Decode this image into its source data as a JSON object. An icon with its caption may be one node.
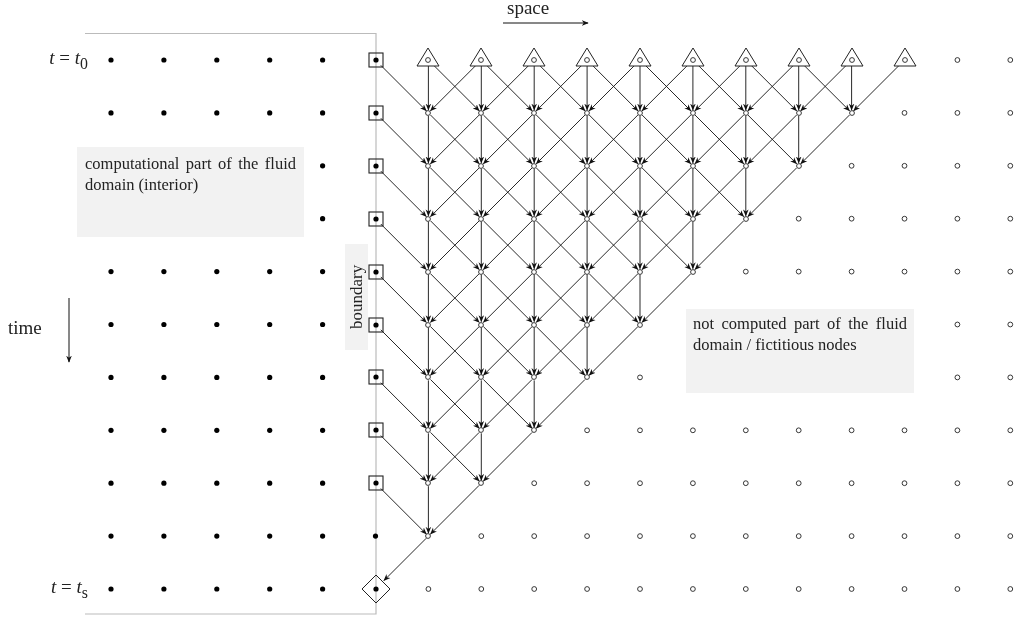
{
  "diagram": {
    "nodes": [
      {
        "text": [],
        "shape": "box"
      },
      {
        "text": [],
        "shape": "triangle"
      },
      {
        "text": [],
        "shape": "triangle"
      },
      {
        "text": [],
        "shape": "triangle"
      },
      {
        "text": [],
        "shape": "triangle"
      },
      {
        "text": [],
        "shape": "triangle"
      },
      {
        "text": [],
        "shape": "triangle"
      },
      {
        "text": [],
        "shape": "triangle"
      },
      {
        "text": [],
        "shape": "triangle"
      },
      {
        "text": [],
        "shape": "triangle"
      },
      {
        "text": [],
        "shape": "triangle"
      },
      {
        "text": [],
        "shape": "box"
      },
      {
        "text": [],
        "shape": "circle"
      },
      {
        "text": [],
        "shape": "circle"
      },
      {
        "text": [],
        "shape": "circle"
      },
      {
        "text": [],
        "shape": "circle"
      },
      {
        "text": [],
        "shape": "circle"
      },
      {
        "text": [],
        "shape": "circle"
      },
      {
        "text": [],
        "shape": "circle"
      },
      {
        "text": [],
        "shape": "circle"
      },
      {
        "text": [],
        "shape": "circle"
      },
      {
        "text": [],
        "shape": "box"
      },
      {
        "text": [],
        "shape": "circle"
      },
      {
        "text": [],
        "shape": "circle"
      },
      {
        "text": [],
        "shape": "circle"
      },
      {
        "text": [],
        "shape": "circle"
      },
      {
        "text": [],
        "shape": "circle"
      },
      {
        "text": [],
        "shape": "circle"
      },
      {
        "text": [],
        "shape": "circle"
      },
      {
        "text": [],
        "shape": "circle"
      },
      {
        "text": [],
        "shape": "box"
      },
      {
        "text": [],
        "shape": "circle"
      },
      {
        "text": [],
        "shape": "circle"
      },
      {
        "text": [],
        "shape": "circle"
      },
      {
        "text": [],
        "shape": "circle"
      },
      {
        "text": [],
        "shape": "circle"
      },
      {
        "text": [],
        "shape": "circle"
      },
      {
        "text": [],
        "shape": "circle"
      },
      {
        "text": [],
        "shape": "box"
      },
      {
        "text": [],
        "shape": "circle"
      },
      {
        "text": [],
        "shape": "circle"
      },
      {
        "text": [],
        "shape": "circle"
      },
      {
        "text": [],
        "shape": "circle"
      },
      {
        "text": [],
        "shape": "circle"
      },
      {
        "text": [],
        "shape": "circle"
      },
      {
        "text": [],
        "shape": "box"
      },
      {
        "text": [],
        "shape": "circle"
      },
      {
        "text": [],
        "shape": "circle"
      },
      {
        "text": [],
        "shape": "circle"
      },
      {
        "text": [],
        "shape": "circle"
      },
      {
        "text": [],
        "shape": "circle"
      },
      {
        "text": [],
        "shape": "box"
      },
      {
        "text": [],
        "shape": "circle"
      },
      {
        "text": [],
        "shape": "circle"
      },
      {
        "text": [],
        "shape": "circle"
      },
      {
        "text": [],
        "shape": "circle"
      },
      {
        "text": [],
        "shape": "box"
      },
      {
        "text": [],
        "shape": "circle"
      },
      {
        "text": [],
        "shape": "circle"
      },
      {
        "text": [],
        "shape": "circle"
      },
      {
        "text": [],
        "shape": "box"
      },
      {
        "text": [],
        "shape": "circle"
      },
      {
        "text": [],
        "shape": "circle"
      },
      {
        "text": [],
        "shape": "circle"
      },
      {
        "text": [],
        "shape": "diamond"
      },
      {
        "text": [
          "computational part of the fluid domain (interior)"
        ]
      },
      {
        "text": [
          "boundary"
        ]
      },
      {
        "text": [
          "not computed part of the fluid domain / fictitious nodes"
        ]
      }
    ],
    "edges": [
      {
        "from": 0,
        "to": 12,
        "arrow": "to"
      },
      {
        "from": 1,
        "to": 12,
        "arrow": "to"
      },
      {
        "from": 2,
        "to": 12,
        "arrow": "to"
      },
      {
        "from": 1,
        "to": 13,
        "arrow": "to"
      },
      {
        "from": 2,
        "to": 13,
        "arrow": "to"
      },
      {
        "from": 3,
        "to": 13,
        "arrow": "to"
      },
      {
        "from": 2,
        "to": 14,
        "arrow": "to"
      },
      {
        "from": 3,
        "to": 14,
        "arrow": "to"
      },
      {
        "from": 4,
        "to": 14,
        "arrow": "to"
      },
      {
        "from": 3,
        "to": 15,
        "arrow": "to"
      },
      {
        "from": 4,
        "to": 15,
        "arrow": "to"
      },
      {
        "from": 5,
        "to": 15,
        "arrow": "to"
      },
      {
        "from": 4,
        "to": 16,
        "arrow": "to"
      },
      {
        "from": 5,
        "to": 16,
        "arrow": "to"
      },
      {
        "from": 6,
        "to": 16,
        "arrow": "to"
      },
      {
        "from": 5,
        "to": 17,
        "arrow": "to"
      },
      {
        "from": 6,
        "to": 17,
        "arrow": "to"
      },
      {
        "from": 7,
        "to": 17,
        "arrow": "to"
      },
      {
        "from": 6,
        "to": 18,
        "arrow": "to"
      },
      {
        "from": 7,
        "to": 18,
        "arrow": "to"
      },
      {
        "from": 8,
        "to": 18,
        "arrow": "to"
      },
      {
        "from": 7,
        "to": 19,
        "arrow": "to"
      },
      {
        "from": 8,
        "to": 19,
        "arrow": "to"
      },
      {
        "from": 9,
        "to": 19,
        "arrow": "to"
      },
      {
        "from": 8,
        "to": 20,
        "arrow": "to"
      },
      {
        "from": 9,
        "to": 20,
        "arrow": "to"
      },
      {
        "from": 10,
        "to": 20,
        "arrow": "to"
      },
      {
        "from": 11,
        "to": 22,
        "arrow": "to"
      },
      {
        "from": 12,
        "to": 22,
        "arrow": "to"
      },
      {
        "from": 13,
        "to": 22,
        "arrow": "to"
      },
      {
        "from": 12,
        "to": 23,
        "arrow": "to"
      },
      {
        "from": 13,
        "to": 23,
        "arrow": "to"
      },
      {
        "from": 14,
        "to": 23,
        "arrow": "to"
      },
      {
        "from": 13,
        "to": 24,
        "arrow": "to"
      },
      {
        "from": 14,
        "to": 24,
        "arrow": "to"
      },
      {
        "from": 15,
        "to": 24,
        "arrow": "to"
      },
      {
        "from": 14,
        "to": 25,
        "arrow": "to"
      },
      {
        "from": 15,
        "to": 25,
        "arrow": "to"
      },
      {
        "from": 16,
        "to": 25,
        "arrow": "to"
      },
      {
        "from": 15,
        "to": 26,
        "arrow": "to"
      },
      {
        "from": 16,
        "to": 26,
        "arrow": "to"
      },
      {
        "from": 17,
        "to": 26,
        "arrow": "to"
      },
      {
        "from": 16,
        "to": 27,
        "arrow": "to"
      },
      {
        "from": 17,
        "to": 27,
        "arrow": "to"
      },
      {
        "from": 18,
        "to": 27,
        "arrow": "to"
      },
      {
        "from": 17,
        "to": 28,
        "arrow": "to"
      },
      {
        "from": 18,
        "to": 28,
        "arrow": "to"
      },
      {
        "from": 19,
        "to": 28,
        "arrow": "to"
      },
      {
        "from": 18,
        "to": 29,
        "arrow": "to"
      },
      {
        "from": 19,
        "to": 29,
        "arrow": "to"
      },
      {
        "from": 20,
        "to": 29,
        "arrow": "to"
      },
      {
        "from": 21,
        "to": 31,
        "arrow": "to"
      },
      {
        "from": 22,
        "to": 31,
        "arrow": "to"
      },
      {
        "from": 23,
        "to": 31,
        "arrow": "to"
      },
      {
        "from": 22,
        "to": 32,
        "arrow": "to"
      },
      {
        "from": 23,
        "to": 32,
        "arrow": "to"
      },
      {
        "from": 24,
        "to": 32,
        "arrow": "to"
      },
      {
        "from": 23,
        "to": 33,
        "arrow": "to"
      },
      {
        "from": 24,
        "to": 33,
        "arrow": "to"
      },
      {
        "from": 25,
        "to": 33,
        "arrow": "to"
      },
      {
        "from": 24,
        "to": 34,
        "arrow": "to"
      },
      {
        "from": 25,
        "to": 34,
        "arrow": "to"
      },
      {
        "from": 26,
        "to": 34,
        "arrow": "to"
      },
      {
        "from": 25,
        "to": 35,
        "arrow": "to"
      },
      {
        "from": 26,
        "to": 35,
        "arrow": "to"
      },
      {
        "from": 27,
        "to": 35,
        "arrow": "to"
      },
      {
        "from": 26,
        "to": 36,
        "arrow": "to"
      },
      {
        "from": 27,
        "to": 36,
        "arrow": "to"
      },
      {
        "from": 28,
        "to": 36,
        "arrow": "to"
      },
      {
        "from": 27,
        "to": 37,
        "arrow": "to"
      },
      {
        "from": 28,
        "to": 37,
        "arrow": "to"
      },
      {
        "from": 29,
        "to": 37,
        "arrow": "to"
      },
      {
        "from": 30,
        "to": 39,
        "arrow": "to"
      },
      {
        "from": 31,
        "to": 39,
        "arrow": "to"
      },
      {
        "from": 32,
        "to": 39,
        "arrow": "to"
      },
      {
        "from": 31,
        "to": 40,
        "arrow": "to"
      },
      {
        "from": 32,
        "to": 40,
        "arrow": "to"
      },
      {
        "from": 33,
        "to": 40,
        "arrow": "to"
      },
      {
        "from": 32,
        "to": 41,
        "arrow": "to"
      },
      {
        "from": 33,
        "to": 41,
        "arrow": "to"
      },
      {
        "from": 34,
        "to": 41,
        "arrow": "to"
      },
      {
        "from": 33,
        "to": 42,
        "arrow": "to"
      },
      {
        "from": 34,
        "to": 42,
        "arrow": "to"
      },
      {
        "from": 35,
        "to": 42,
        "arrow": "to"
      },
      {
        "from": 34,
        "to": 43,
        "arrow": "to"
      },
      {
        "from": 35,
        "to": 43,
        "arrow": "to"
      },
      {
        "from": 36,
        "to": 43,
        "arrow": "to"
      },
      {
        "from": 35,
        "to": 44,
        "arrow": "to"
      },
      {
        "from": 36,
        "to": 44,
        "arrow": "to"
      },
      {
        "from": 37,
        "to": 44,
        "arrow": "to"
      },
      {
        "from": 38,
        "to": 46,
        "arrow": "to"
      },
      {
        "from": 39,
        "to": 46,
        "arrow": "to"
      },
      {
        "from": 40,
        "to": 46,
        "arrow": "to"
      },
      {
        "from": 39,
        "to": 47,
        "arrow": "to"
      },
      {
        "from": 40,
        "to": 47,
        "arrow": "to"
      },
      {
        "from": 41,
        "to": 47,
        "arrow": "to"
      },
      {
        "from": 40,
        "to": 48,
        "arrow": "to"
      },
      {
        "from": 41,
        "to": 48,
        "arrow": "to"
      },
      {
        "from": 42,
        "to": 48,
        "arrow": "to"
      },
      {
        "from": 41,
        "to": 49,
        "arrow": "to"
      },
      {
        "from": 42,
        "to": 49,
        "arrow": "to"
      },
      {
        "from": 43,
        "to": 49,
        "arrow": "to"
      },
      {
        "from": 42,
        "to": 50,
        "arrow": "to"
      },
      {
        "from": 43,
        "to": 50,
        "arrow": "to"
      },
      {
        "from": 44,
        "to": 50,
        "arrow": "to"
      },
      {
        "from": 45,
        "to": 52,
        "arrow": "to"
      },
      {
        "from": 46,
        "to": 52,
        "arrow": "to"
      },
      {
        "from": 47,
        "to": 52,
        "arrow": "to"
      },
      {
        "from": 46,
        "to": 53,
        "arrow": "to"
      },
      {
        "from": 47,
        "to": 53,
        "arrow": "to"
      },
      {
        "from": 48,
        "to": 53,
        "arrow": "to"
      },
      {
        "from": 47,
        "to": 54,
        "arrow": "to"
      },
      {
        "from": 48,
        "to": 54,
        "arrow": "to"
      },
      {
        "from": 49,
        "to": 54,
        "arrow": "to"
      },
      {
        "from": 48,
        "to": 55,
        "arrow": "to"
      },
      {
        "from": 49,
        "to": 55,
        "arrow": "to"
      },
      {
        "from": 50,
        "to": 55,
        "arrow": "to"
      },
      {
        "from": 51,
        "to": 57,
        "arrow": "to"
      },
      {
        "from": 52,
        "to": 57,
        "arrow": "to"
      },
      {
        "from": 53,
        "to": 57,
        "arrow": "to"
      },
      {
        "from": 52,
        "to": 58,
        "arrow": "to"
      },
      {
        "from": 53,
        "to": 58,
        "arrow": "to"
      },
      {
        "from": 54,
        "to": 58,
        "arrow": "to"
      },
      {
        "from": 53,
        "to": 59,
        "arrow": "to"
      },
      {
        "from": 54,
        "to": 59,
        "arrow": "to"
      },
      {
        "from": 55,
        "to": 59,
        "arrow": "to"
      },
      {
        "from": 56,
        "to": 61,
        "arrow": "to"
      },
      {
        "from": 57,
        "to": 61,
        "arrow": "to"
      },
      {
        "from": 58,
        "to": 61,
        "arrow": "to"
      },
      {
        "from": 57,
        "to": 62,
        "arrow": "to"
      },
      {
        "from": 58,
        "to": 62,
        "arrow": "to"
      },
      {
        "from": 59,
        "to": 62,
        "arrow": "to"
      },
      {
        "from": 60,
        "to": 63,
        "arrow": "to"
      },
      {
        "from": 61,
        "to": 63,
        "arrow": "to"
      },
      {
        "from": 62,
        "to": 63,
        "arrow": "to"
      },
      {
        "from": 63,
        "to": 64,
        "arrow": "to"
      }
    ],
    "labels": [
      "space",
      "*t* = *t*$_{0}$",
      "time",
      "*t* = *t*$_{s}$"
    ]
  }
}
